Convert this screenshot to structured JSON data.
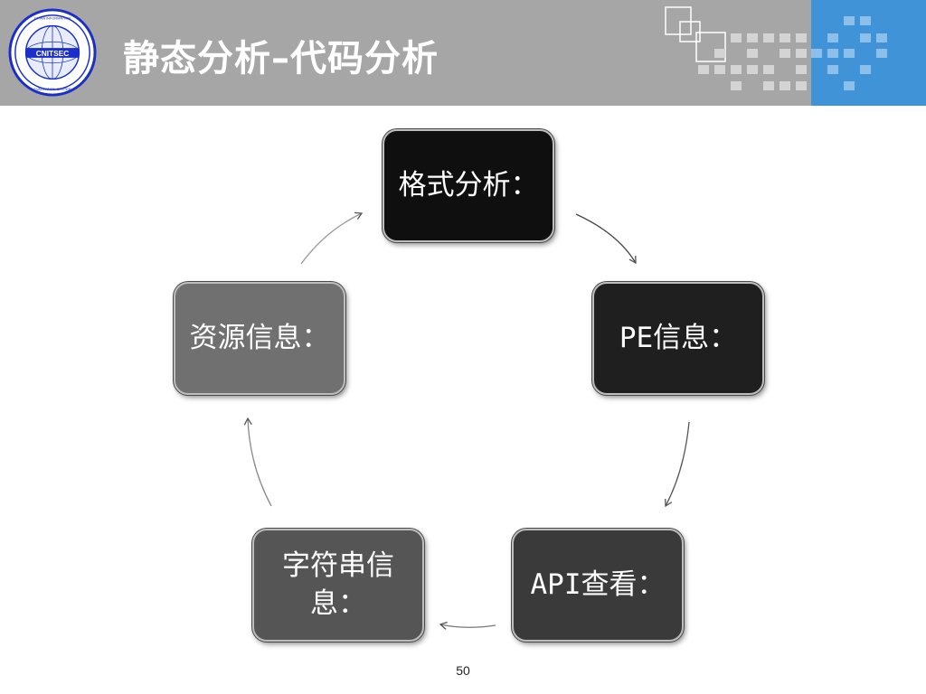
{
  "slide": {
    "title": "静态分析–代码分析",
    "page_number": "50"
  },
  "logo": {
    "center_text": "CNITSEC",
    "ring_text": "CHINA INFORMATION TECHNOLOGY SECURITY EVALUATION CENTER",
    "chinese_text": "中国信息安全测评中心",
    "color": "#1a2fc9"
  },
  "cycle": {
    "nodes": [
      {
        "id": "format",
        "label": "格式分析：",
        "color": "#0f0f0f"
      },
      {
        "id": "pe",
        "label": "PE信息：",
        "color": "#1f1f1f"
      },
      {
        "id": "api",
        "label": "API查看：",
        "color": "#3a3a3a"
      },
      {
        "id": "strings",
        "label_line1": "字符串信",
        "label_line2": "息：",
        "color": "#555555"
      },
      {
        "id": "resources",
        "label": "资源信息：",
        "color": "#707070"
      }
    ]
  },
  "colors": {
    "header_bg": "#a6a6a6",
    "accent_blue": "#3f93d6",
    "arrow": "#777777"
  }
}
